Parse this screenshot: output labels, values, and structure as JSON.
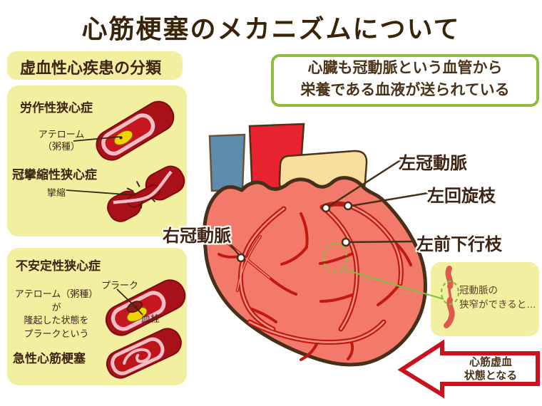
{
  "title": "心筋梗塞のメカニズムについて",
  "palette": {
    "text_brown": "#3F2414",
    "panel_yellow": "#F3EFA0",
    "green_accent": "#8CBE3E",
    "green_marker": "#7DC242",
    "heart_body": "#F3796B",
    "heart_outline": "#46301A",
    "vessel_red": "#C3180F",
    "vessel_highlight": "#F2948A",
    "artery_dark_red": "#A81117",
    "artery_wall_pink": "#F2BDC4",
    "artery_lumen_red": "#C6161F",
    "atheroma_yellow": "#EFD400",
    "thrombus_dark_red": "#8E1E14",
    "aorta_red": "#E8232F",
    "vena_cava_blue": "#5E8CAD",
    "pulmonary_cream": "#F8DE9C",
    "arrow_red": "#C8141E"
  },
  "classification": {
    "header": "虚血性心疾患の分類",
    "effort": {
      "heading": "労作性狭心症",
      "atheroma_label": "アテローム\n（粥種）"
    },
    "spasm": {
      "heading": "冠攣縮性狭心症",
      "spasm_label": "攣縮"
    },
    "unstable": {
      "heading": "不安定性狭心症",
      "plaque_label": "プラーク",
      "description": "アテローム（粥種）が\n隆起した状態を\nプラークという",
      "thrombus_label": "血栓"
    },
    "acute": {
      "heading": "急性心筋梗塞"
    }
  },
  "info_box": {
    "text": "心臓も冠動脈という血管から\n栄養である血液が送られている"
  },
  "heart": {
    "right_coronary_label": "右冠動脈",
    "left_coronary_label": "左冠動脈",
    "circumflex_label": "左回旋枝",
    "lad_label": "左前下行枝"
  },
  "stenosis_box": {
    "text": "冠動脈の\n狭窄ができると…"
  },
  "result_arrow": {
    "text": "心筋虚血\n状態となる"
  }
}
